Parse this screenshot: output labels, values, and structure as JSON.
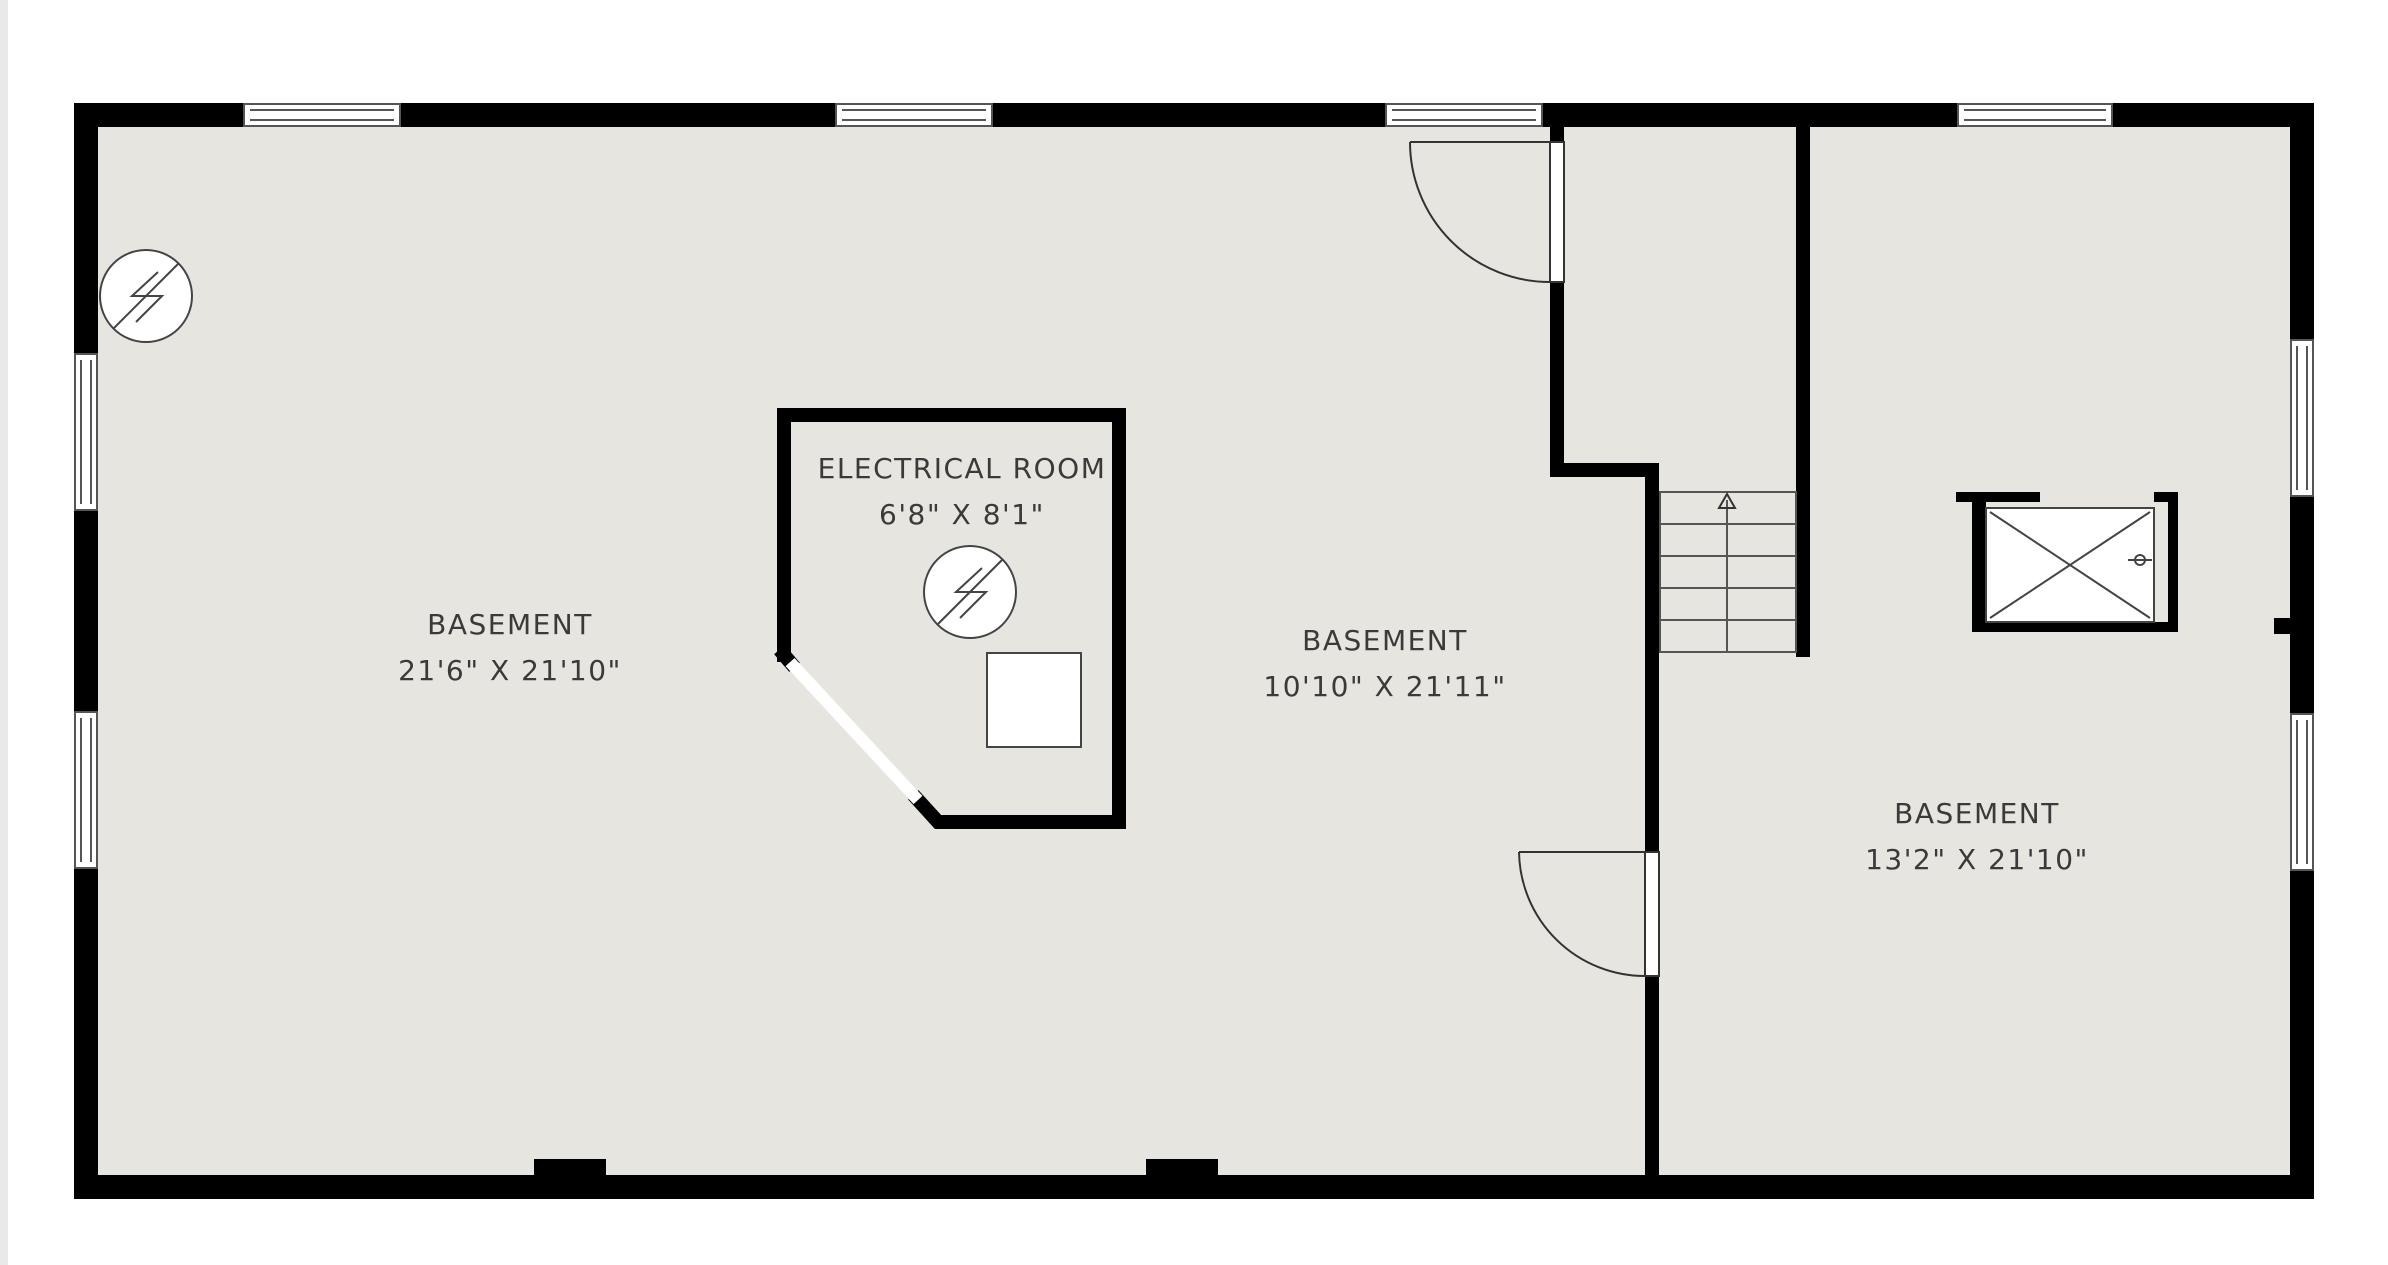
{
  "colors": {
    "floor": "#e6e5e0",
    "wall": "#000000",
    "window_fill": "#ffffff",
    "text": "#3a3a3a",
    "page_background": "#ffffff"
  },
  "rooms": [
    {
      "name": "BASEMENT",
      "dimensions": "21'6\" X 21'10\""
    },
    {
      "name": "ELECTRICAL ROOM",
      "dimensions": "6'8\" X 8'1\""
    },
    {
      "name": "BASEMENT",
      "dimensions": "10'10\" X 21'11\""
    },
    {
      "name": "BASEMENT",
      "dimensions": "13'2\" X 21'10\""
    }
  ],
  "icons": [
    {
      "name": "electrical-panel-icon"
    },
    {
      "name": "electrical-panel-icon"
    },
    {
      "name": "appliance-box-icon"
    },
    {
      "name": "shower-icon"
    },
    {
      "name": "stairs-up-arrow-icon"
    }
  ]
}
